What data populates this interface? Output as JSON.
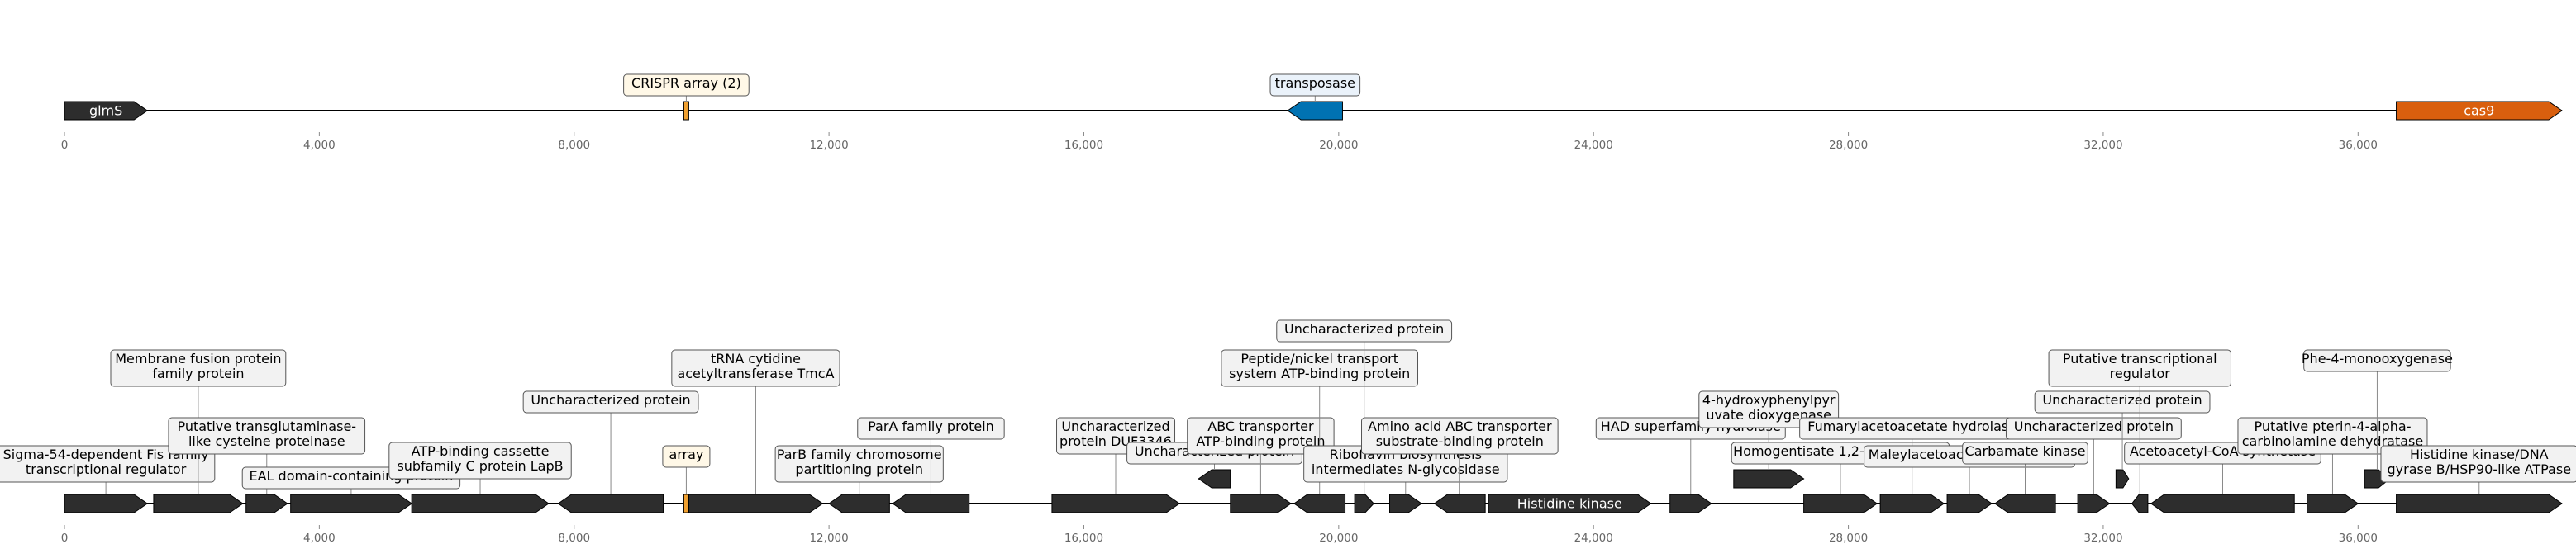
{
  "colors": {
    "default_gene": "#2d2d2d",
    "cas9": "#d95f0e",
    "transposase": "#0072b2",
    "crispr": "#f0a030",
    "label_box_default": "#f2f2f2",
    "label_box_crispr": "#fff8e7",
    "label_box_transposase": "#eaf2fa"
  },
  "axis": {
    "ticks": [
      0,
      4000,
      8000,
      12000,
      16000,
      20000,
      24000,
      28000,
      32000,
      36000
    ],
    "tick_labels": [
      "0",
      "4,000",
      "8,000",
      "12,000",
      "16,000",
      "20,000",
      "24,000",
      "28,000",
      "32,000",
      "36,000"
    ],
    "max_bp": 39200
  },
  "top_track": {
    "features": [
      {
        "start": 0,
        "end": 1300,
        "strand": 1,
        "style": "default",
        "inside_label": "glmS"
      },
      {
        "start": 9720,
        "end": 9800,
        "strand": 0,
        "style": "crispr",
        "box_label": "CRISPR array (2)",
        "level": 1
      },
      {
        "start": 19200,
        "end": 20060,
        "strand": -1,
        "style": "transposase",
        "box_label": "transposase",
        "level": 1
      },
      {
        "start": 36600,
        "end": 39200,
        "strand": 1,
        "style": "cas9",
        "inside_label": "cas9"
      }
    ]
  },
  "bottom_track": {
    "features": [
      {
        "start": 0,
        "end": 1300,
        "strand": 1,
        "box_label": "Sigma-54-dependent Fis family\ntranscriptional regulator",
        "level": 1
      },
      {
        "start": 1400,
        "end": 2800,
        "strand": 1,
        "box_label": "Membrane fusion protein\nfamily protein",
        "level": 5
      },
      {
        "start": 2850,
        "end": 3500,
        "strand": 1,
        "box_label": "Putative transglutaminase-\nlike cysteine proteinase",
        "level": 3
      },
      {
        "start": 3550,
        "end": 5450,
        "strand": 1,
        "box_label": "EAL domain-containing protein",
        "level": 0
      },
      {
        "start": 5450,
        "end": 7600,
        "strand": 1,
        "box_label": "ATP-binding cassette\nsubfamily C protein LapB",
        "level": 2
      },
      {
        "start": 7750,
        "end": 9400,
        "strand": -1,
        "box_label": "Uncharacterized protein",
        "level": 4
      },
      {
        "start": 9720,
        "end": 9800,
        "strand": 0,
        "style": "crispr",
        "box_label": "array",
        "level": 1
      },
      {
        "start": 9800,
        "end": 11900,
        "strand": 1,
        "box_label": "tRNA cytidine\nacetyltransferase TmcA",
        "level": 5
      },
      {
        "start": 12000,
        "end": 12950,
        "strand": -1,
        "box_label": "ParB family chromosome\npartitioning protein",
        "level": 1
      },
      {
        "start": 13000,
        "end": 14200,
        "strand": -1,
        "box_label": "ParA family protein",
        "level": 3
      },
      {
        "start": 15500,
        "end": 17500,
        "strand": 1,
        "box_label": "Uncharacterized\nprotein DUF3346",
        "level": 3
      },
      {
        "start": 17800,
        "end": 18300,
        "strand": -1,
        "box_label": "Uncharacterized protein",
        "level": 2,
        "tier": 1
      },
      {
        "start": 18300,
        "end": 19250,
        "strand": 1,
        "box_label": "ABC transporter\nATP-binding protein",
        "level": 3
      },
      {
        "start": 19300,
        "end": 20100,
        "strand": -1,
        "box_label": "Peptide/nickel transport\nsystem ATP-binding protein",
        "level": 5
      },
      {
        "start": 20250,
        "end": 20550,
        "strand": 1,
        "box_label": "Uncharacterized protein",
        "level": 6
      },
      {
        "start": 20800,
        "end": 21300,
        "strand": 1,
        "box_label": "Riboflavin biosynthesis\nintermediates N-glycosidase",
        "level": 1
      },
      {
        "start": 21500,
        "end": 22300,
        "strand": -1,
        "box_label": "Amino acid ABC transporter\nsubstrate-binding protein",
        "level": 3
      },
      {
        "start": 22350,
        "end": 24900,
        "strand": 1,
        "inside_label": "Histidine kinase"
      },
      {
        "start": 25200,
        "end": 25850,
        "strand": 1,
        "box_label": "HAD superfamily hydrolase",
        "level": 3
      },
      {
        "start": 26200,
        "end": 27300,
        "strand": 1,
        "box_label": "4-hydroxyphenylpyr\nuvate dioxygenase",
        "level": 4,
        "tier": 1
      },
      {
        "start": 27300,
        "end": 28450,
        "strand": 1,
        "box_label": "Homogentisate 1,2-dioxygenase",
        "level": 2
      },
      {
        "start": 28500,
        "end": 29500,
        "strand": 1,
        "box_label": "Fumarylacetoacetate  hydrolase",
        "level": 3
      },
      {
        "start": 29550,
        "end": 30250,
        "strand": 1,
        "box_label": "Maleylacetoacetate isomerase",
        "level": 1
      },
      {
        "start": 30300,
        "end": 31250,
        "strand": -1,
        "box_label": "Carbamate kinase",
        "level": 2
      },
      {
        "start": 31600,
        "end": 32100,
        "strand": 1,
        "box_label": "Uncharacterized protein",
        "level": 3
      },
      {
        "start": 32200,
        "end": 32400,
        "strand": 1,
        "box_label": "Uncharacterized protein",
        "level": 4,
        "tier": 1
      },
      {
        "start": 32450,
        "end": 32700,
        "strand": -1,
        "box_label": "Putative transcriptional\nregulator",
        "level": 5
      },
      {
        "start": 32750,
        "end": 35000,
        "strand": -1,
        "box_label": "Acetoacetyl-CoA synthetase",
        "level": 2
      },
      {
        "start": 35200,
        "end": 36000,
        "strand": 1,
        "box_label": "Putative pterin-4-alpha-\ncarbinolamine dehydratase",
        "level": 3
      },
      {
        "start": 36100,
        "end": 36500,
        "strand": 1,
        "box_label": "Phe-4-monooxygenase",
        "level": 5,
        "tier": 1
      },
      {
        "start": 36600,
        "end": 39200,
        "strand": 1,
        "box_label": "Histidine kinase/DNA\ngyrase B/HSP90-like ATPase",
        "level": 1
      }
    ]
  }
}
